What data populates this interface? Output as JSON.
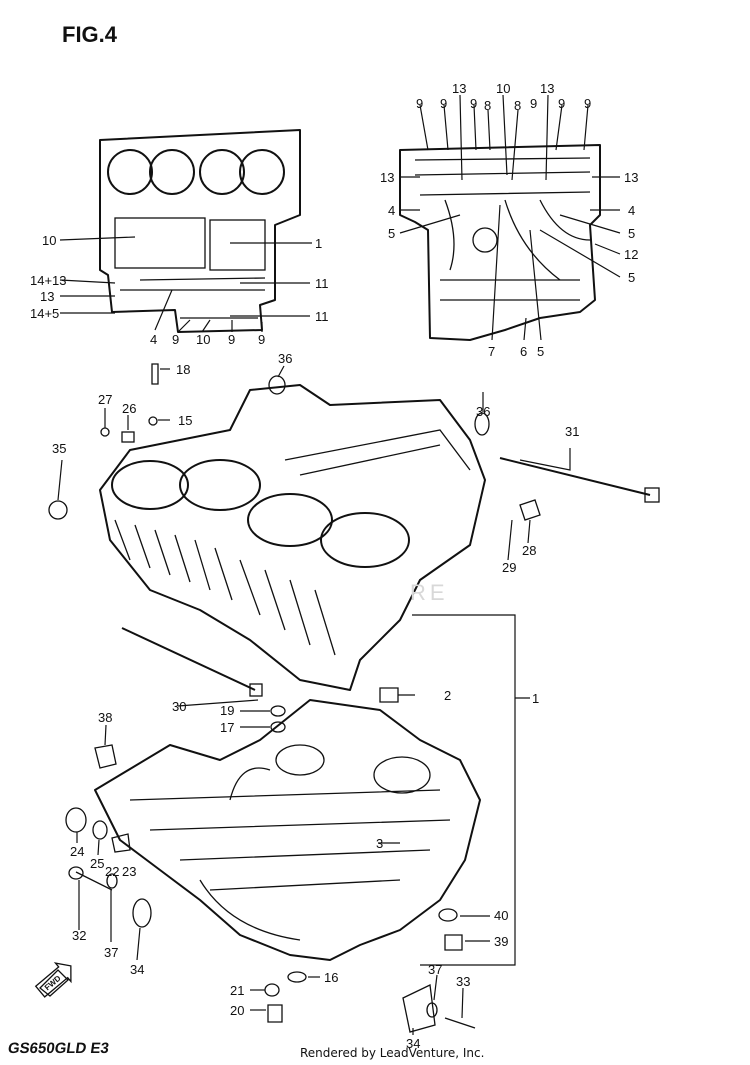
{
  "header": {
    "fig_label": "FIG.4"
  },
  "footer": {
    "model_code": "GS650GLD E3",
    "credit": "Rendered by LeadVenture, Inc."
  },
  "watermark": "RE",
  "callouts": [
    "1",
    "2",
    "3",
    "15",
    "16",
    "17",
    "18",
    "19",
    "20",
    "21",
    "22",
    "23",
    "24",
    "25",
    "26",
    "27",
    "28",
    "29",
    "30",
    "31",
    "32",
    "33",
    "34",
    "35",
    "36",
    "37",
    "38",
    "39",
    "40"
  ],
  "detail_left_labels": [
    "10",
    "1",
    "14+13",
    "13",
    "14+5",
    "11",
    "11",
    "4",
    "9",
    "10",
    "9",
    "9"
  ],
  "detail_right_labels": [
    "9",
    "13",
    "10",
    "8",
    "8",
    "13",
    "9",
    "9",
    "9",
    "9",
    "9",
    "13",
    "13",
    "4",
    "4",
    "5",
    "5",
    "12",
    "5",
    "7",
    "6",
    "5"
  ],
  "front_arrow": "FWD"
}
